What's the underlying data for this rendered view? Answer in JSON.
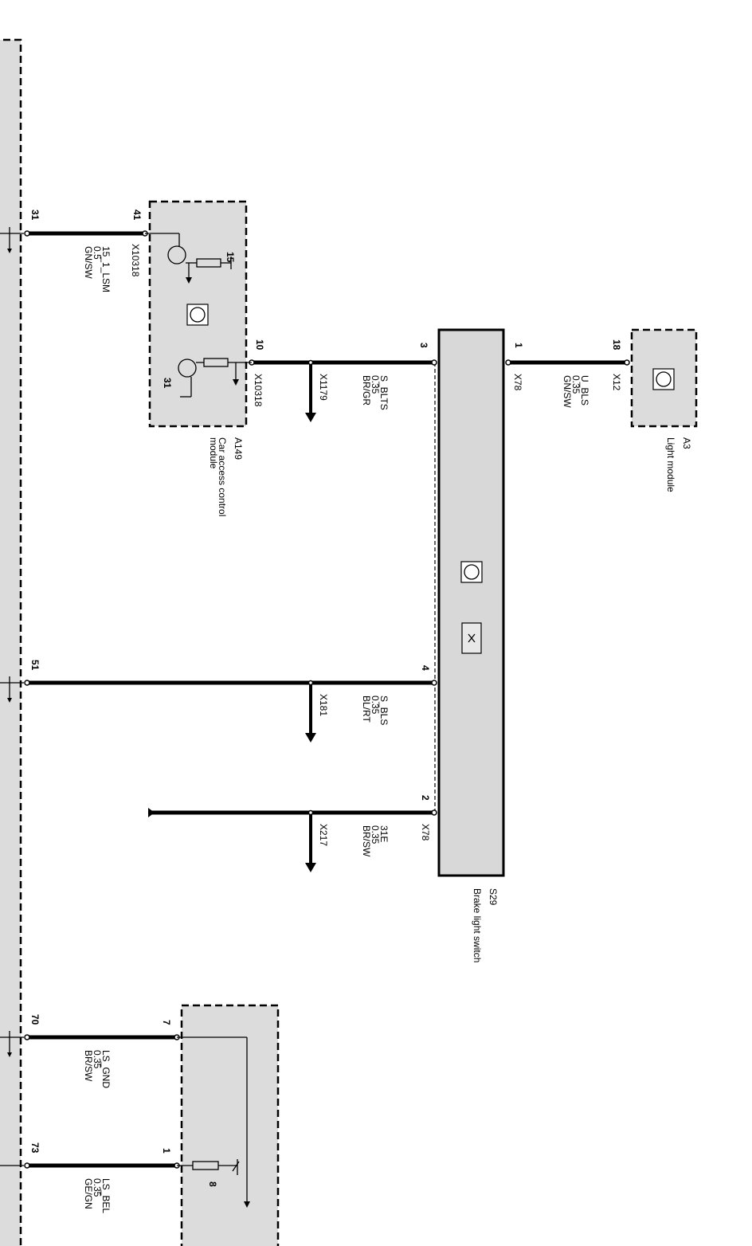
{
  "components": {
    "a149": {
      "ref": "A149",
      "name_line1": "Car access control",
      "name_line2": "module"
    },
    "a3": {
      "ref": "A3",
      "name": "Light module"
    },
    "s29": {
      "ref": "S29",
      "name": "Brake light switch"
    }
  },
  "connectors": {
    "x10318_top": "X10318",
    "x10318_mid": "X10318",
    "x12": "X12",
    "x78_top": "X78",
    "x78_bottom": "X78",
    "x1179": "X1179",
    "x181": "X181",
    "x217": "X217"
  },
  "wires": {
    "w15_1_lsm": {
      "signal": "15_1_LSM",
      "gauge": "0.5",
      "color": "GN/SW"
    },
    "s_blts": {
      "signal": "S_BLTS",
      "gauge": "0.35",
      "color": "BR/GR"
    },
    "u_bls": {
      "signal": "U_BLS",
      "gauge": "0.35",
      "color": "GN/SW"
    },
    "s_bls": {
      "signal": "S_BLS",
      "gauge": "0.35",
      "color": "BL/RT"
    },
    "w31e": {
      "signal": "31E",
      "gauge": "0.35",
      "color": "BR/SW"
    },
    "ls_gnd": {
      "signal": "LS_GND",
      "gauge": "0.35",
      "color": "BR/SW"
    },
    "ls_bel": {
      "signal": "LS_BEL",
      "gauge": "0.35",
      "color": "GE/GN"
    }
  },
  "pins": {
    "p31": "31",
    "p41": "41",
    "p10": "10",
    "p3": "3",
    "p1": "1",
    "p18": "18",
    "p51": "51",
    "p4": "4",
    "p2": "2",
    "p70": "70",
    "p7": "7",
    "p73": "73",
    "p1b": "1"
  },
  "internal": {
    "t15": "15",
    "t31": "31",
    "t8": "8"
  }
}
